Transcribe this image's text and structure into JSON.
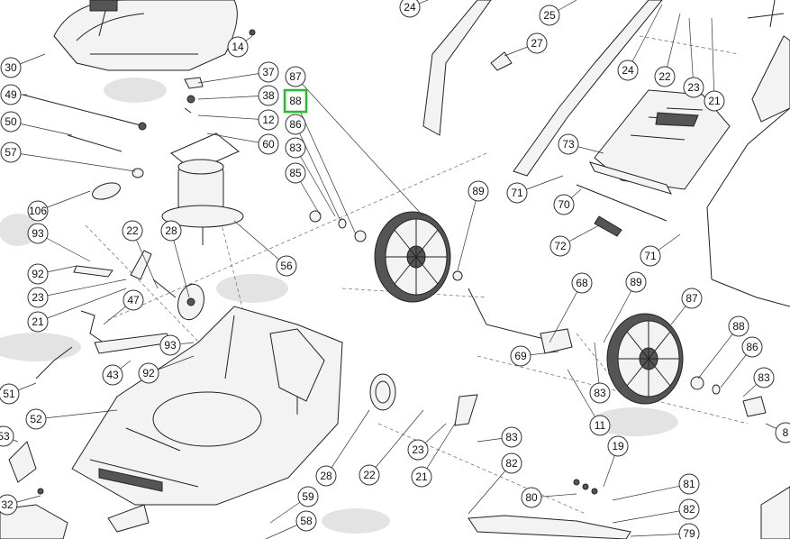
{
  "diagram": {
    "highlight_color": "#22c02a",
    "callouts": [
      "24",
      "25",
      "27",
      "30",
      "14",
      "37",
      "87",
      "49",
      "38",
      "88",
      "12",
      "86",
      "22",
      "23",
      "21",
      "50",
      "60",
      "83",
      "57",
      "85",
      "89",
      "73",
      "24",
      "71",
      "106",
      "70",
      "22",
      "28",
      "72",
      "93",
      "56",
      "71",
      "92",
      "68",
      "89",
      "23",
      "47",
      "87",
      "21",
      "93",
      "88",
      "43",
      "92",
      "69",
      "86",
      "51",
      "83",
      "83",
      "11",
      "52",
      "19",
      "83",
      "23",
      "53",
      "82",
      "28",
      "22",
      "21",
      "81",
      "32",
      "59",
      "80",
      "82",
      "58",
      "79",
      "8"
    ]
  }
}
